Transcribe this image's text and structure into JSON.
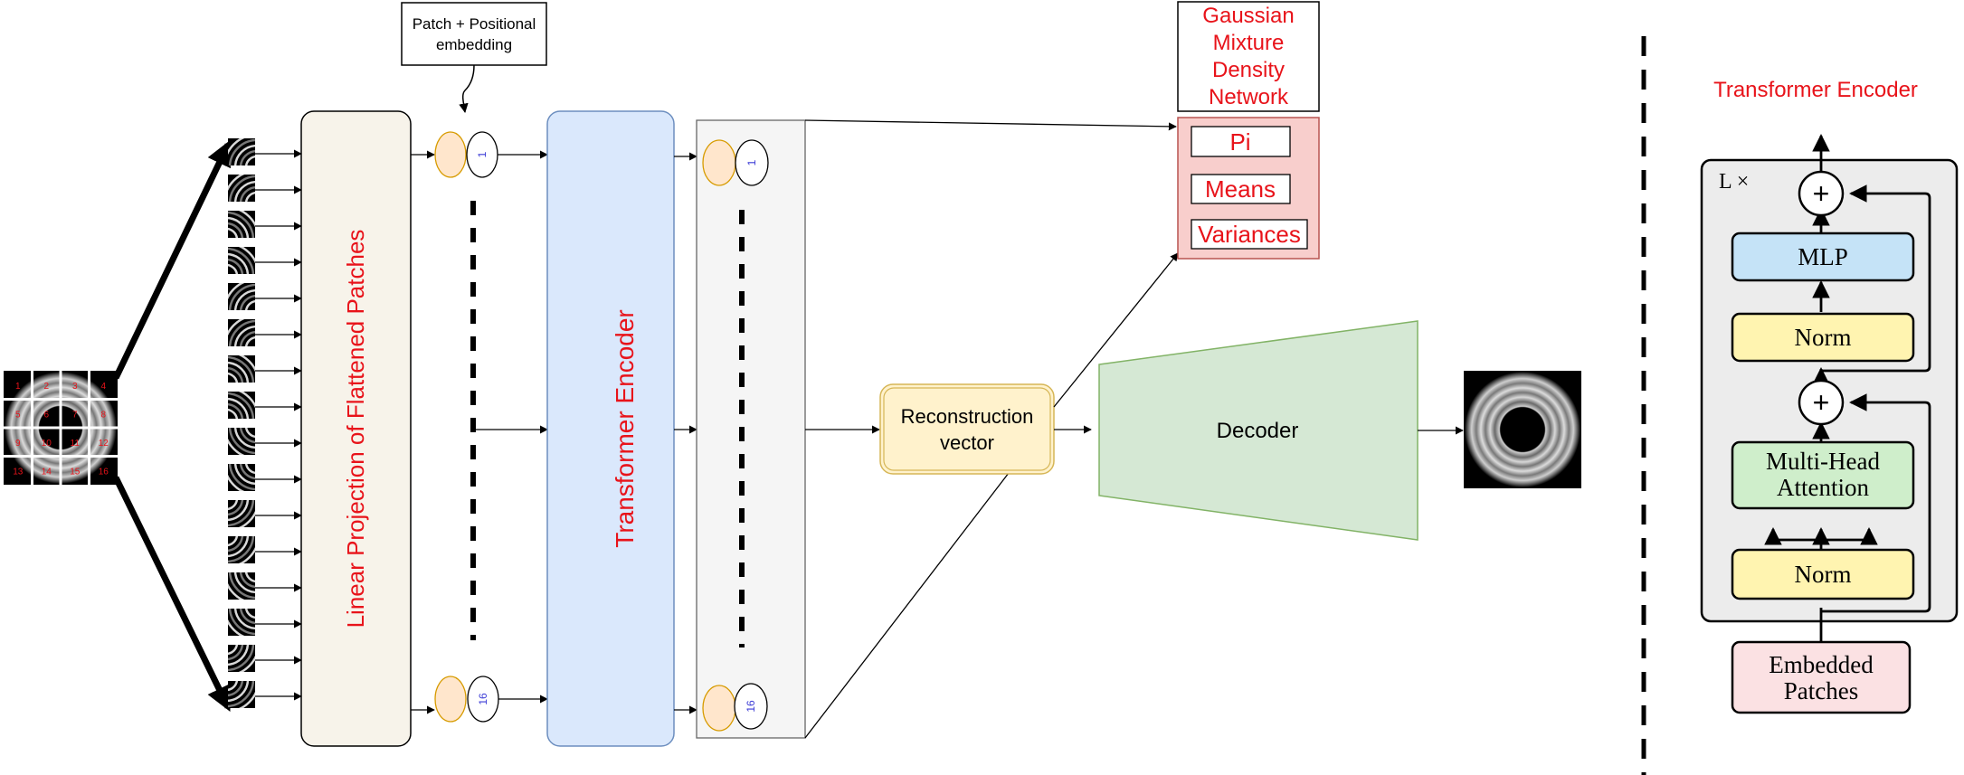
{
  "left": {
    "patch_embed_label_1": "Patch + Positional",
    "patch_embed_label_2": "embedding",
    "linear_projection": "Linear Projection of Flattened Patches",
    "transformer_encoder": "Transformer Encoder",
    "token_first": "1",
    "token_last": "16",
    "recon_1": "Reconstruction",
    "recon_2": "vector",
    "decoder": "Decoder",
    "patch_numbers": [
      "1",
      "2",
      "3",
      "4",
      "5",
      "6",
      "7",
      "8",
      "9",
      "10",
      "11",
      "12",
      "13",
      "14",
      "15",
      "16"
    ]
  },
  "gmdn": {
    "title_1": "Gaussian",
    "title_2": "Mixture",
    "title_3": "Density",
    "title_4": "Network",
    "pi": "Pi",
    "means": "Means",
    "variances": "Variances"
  },
  "right": {
    "title": "Transformer Encoder",
    "lx": "L ×",
    "mlp": "MLP",
    "norm_top": "Norm",
    "mha_1": "Multi-Head",
    "mha_2": "Attention",
    "norm_bottom": "Norm",
    "embedded_1": "Embedded",
    "embedded_2": "Patches",
    "plus": "+"
  },
  "colors": {
    "red_text": "#e8131a",
    "blue_token": "#3b3bd6",
    "cream": "#f7f3ea",
    "blue_box": "#dae8fc",
    "blue_box_stroke": "#6c8ebf",
    "gray_box": "#f5f5f5",
    "yellow": "#fff2cc",
    "yellow_stroke": "#d6b656",
    "green": "#d5e8d4",
    "green_stroke": "#82b366",
    "pink": "#f8cecc",
    "pink_stroke": "#b85450",
    "orange": "#ffe6cc",
    "orange_stroke": "#d79b00",
    "mlp_blue": "#c5e3f7",
    "norm_yellow": "#fff4b0",
    "mha_green": "#cfeecb",
    "embed_pink": "#fbe1e3",
    "encoder_gray": "#ececec"
  }
}
